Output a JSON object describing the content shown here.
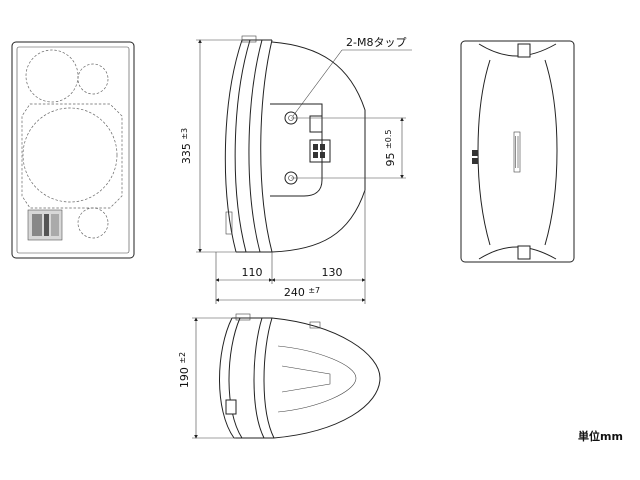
{
  "annotations": {
    "tap_label": "2-M8タップ",
    "unit_label": "単位mm"
  },
  "dimensions": {
    "height": {
      "value": "335",
      "tolerance": "±3"
    },
    "bracket_spacing": {
      "value": "95",
      "tolerance": "±0.5"
    },
    "front_depth": {
      "value": "110"
    },
    "rear_depth": {
      "value": "130"
    },
    "total_depth": {
      "value": "240",
      "tolerance": "±7"
    },
    "width": {
      "value": "190",
      "tolerance": "±2"
    }
  },
  "colors": {
    "line": "#222222",
    "background": "#ffffff"
  }
}
